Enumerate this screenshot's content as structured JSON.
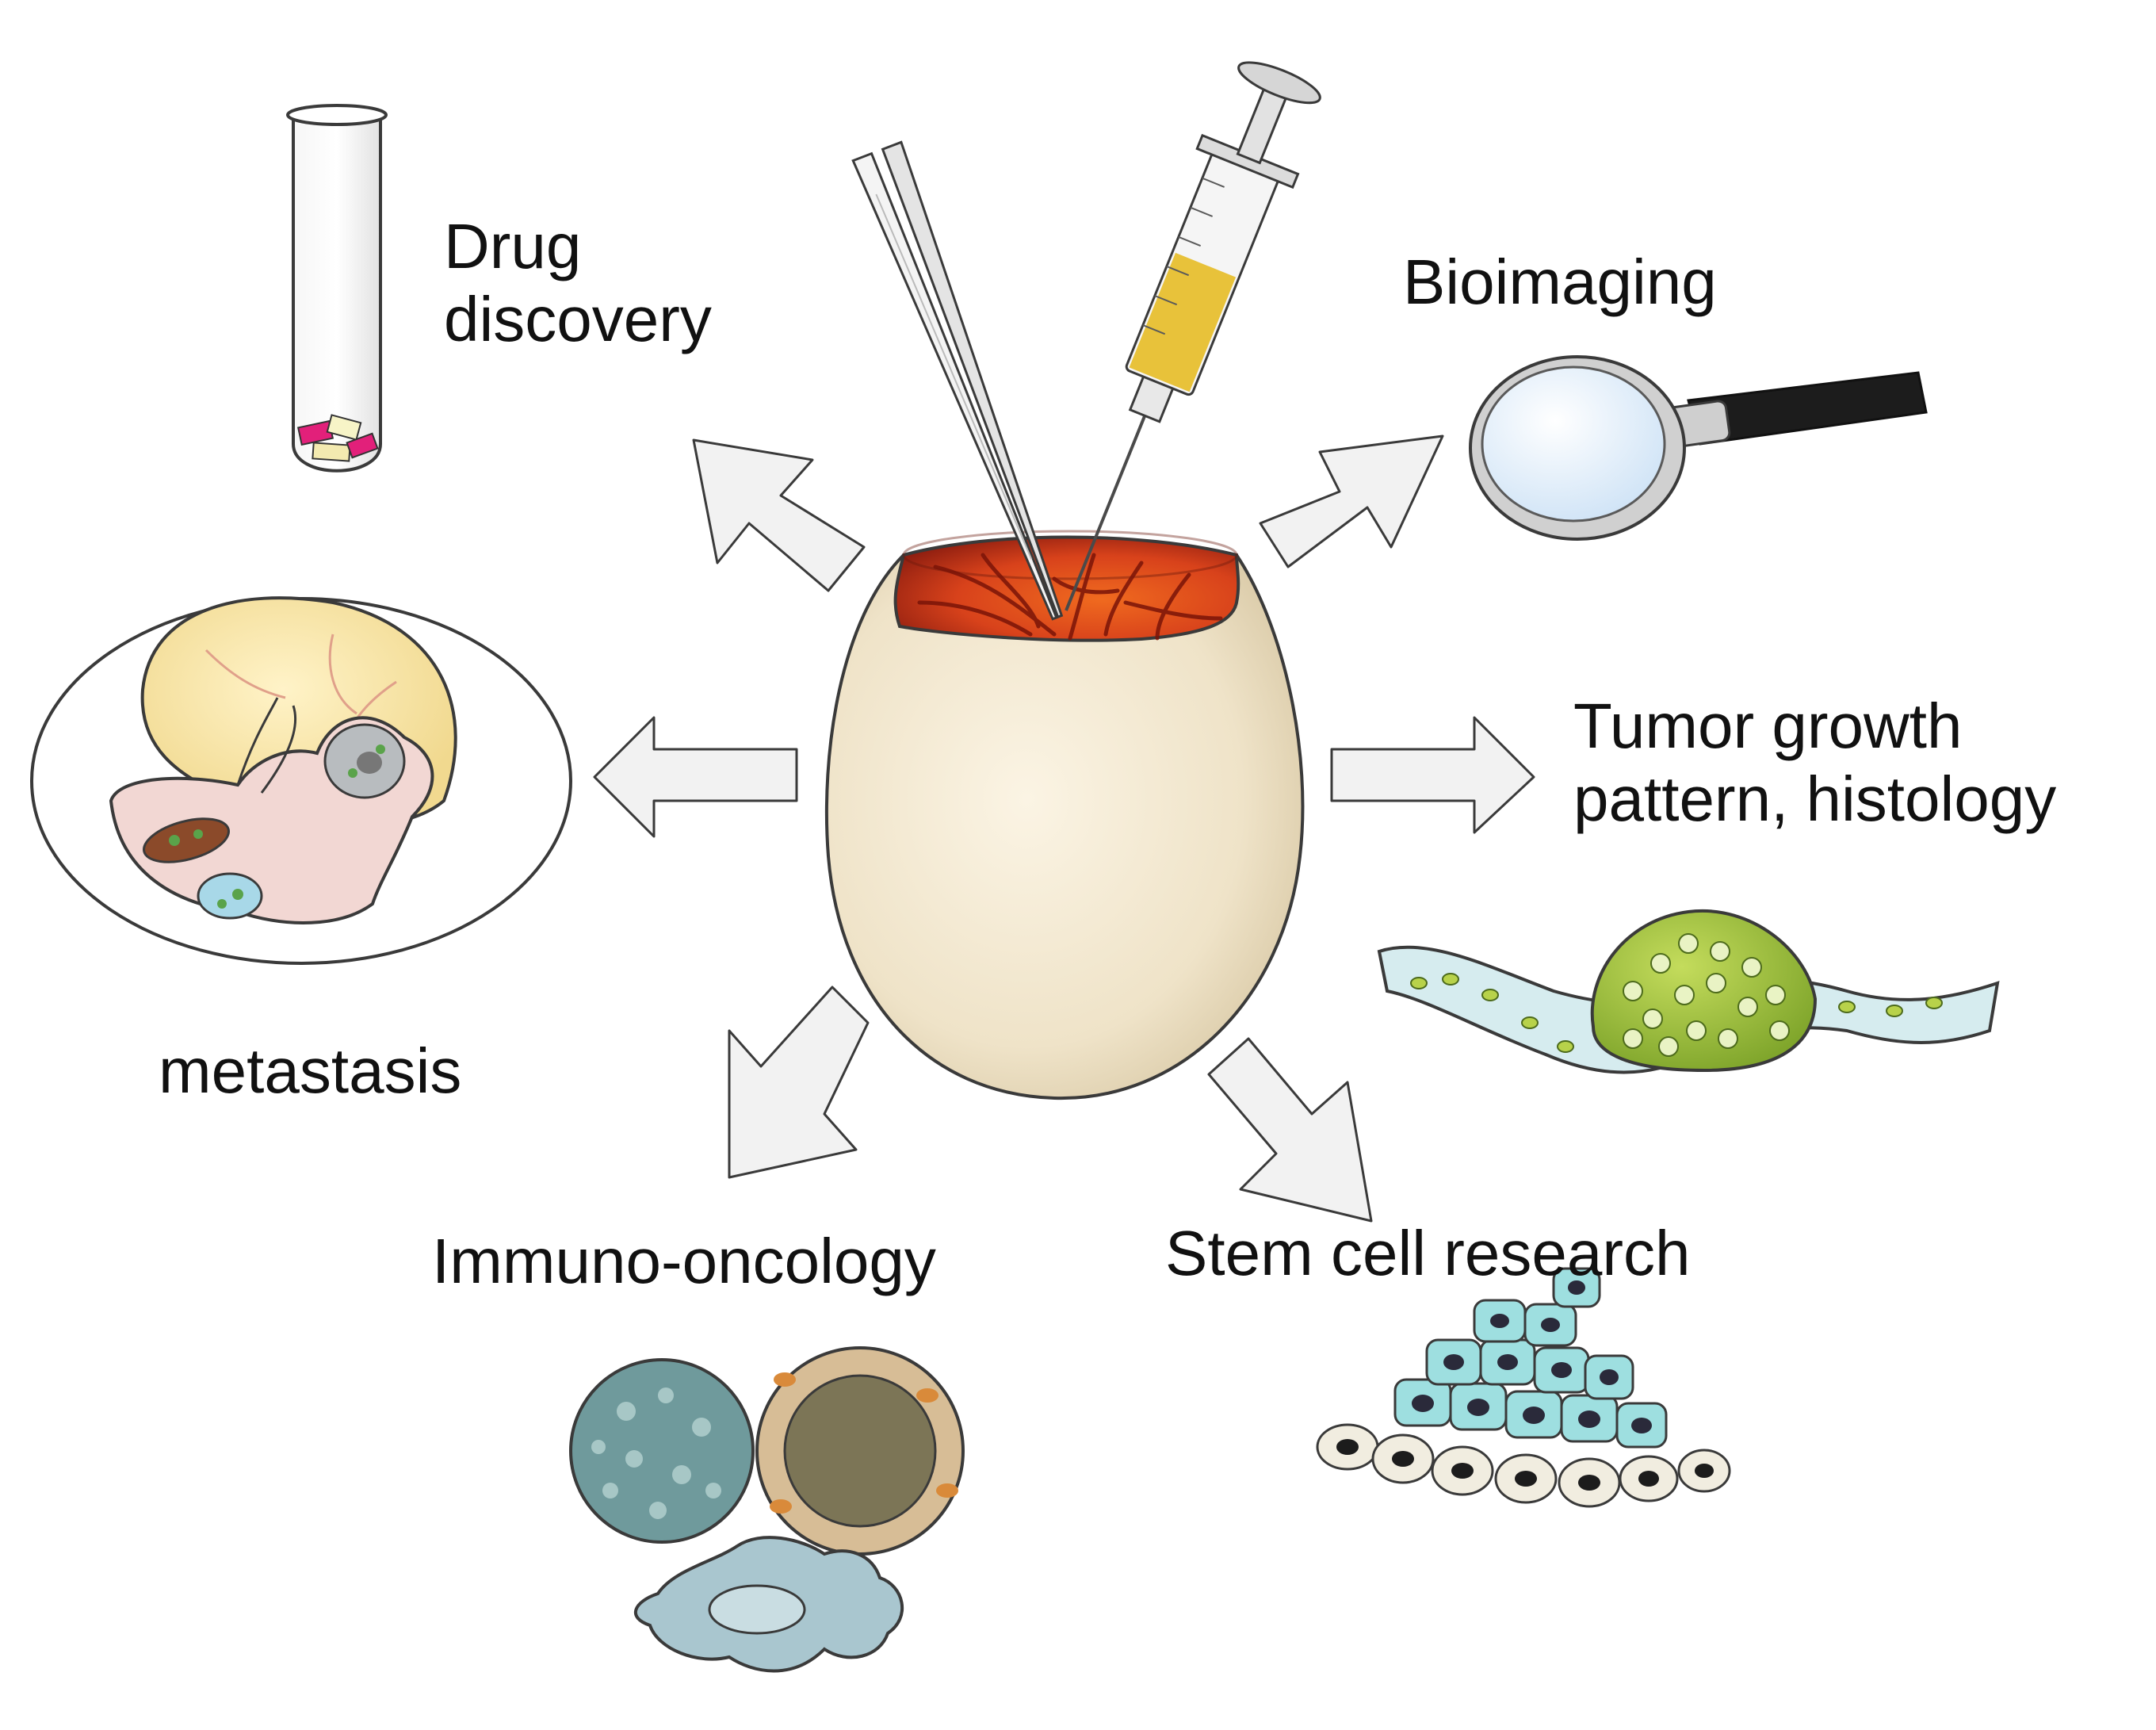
{
  "labels": {
    "drug_discovery": [
      "Drug",
      "discovery"
    ],
    "bioimaging": "Bioimaging",
    "tumor_growth": [
      "Tumor growth",
      "pattern, histology"
    ],
    "metastasis": "metastasis",
    "immuno_oncology": "Immuno-oncology",
    "stem_cell_research": "Stem cell research"
  },
  "icons": {
    "center": "opened-egg-icon",
    "tools": [
      "forceps-icon",
      "syringe-icon"
    ],
    "drug_discovery": "test-tube-icon",
    "bioimaging": "magnifying-glass-icon",
    "metastasis": "chick-embryo-icon",
    "tumor_growth": "tumor-section-icon",
    "immuno_oncology": "immune-cells-icon",
    "stem_cell_research": "stem-cells-icon"
  },
  "colors": {
    "egg_shell": "#efe3c8",
    "egg_interior": "#c5341a",
    "arrow_fill": "#f2f2f2",
    "syringe_fluid": "#e8c23a",
    "tumor": "#9fbf3a",
    "membrane": "#d6ecef"
  }
}
